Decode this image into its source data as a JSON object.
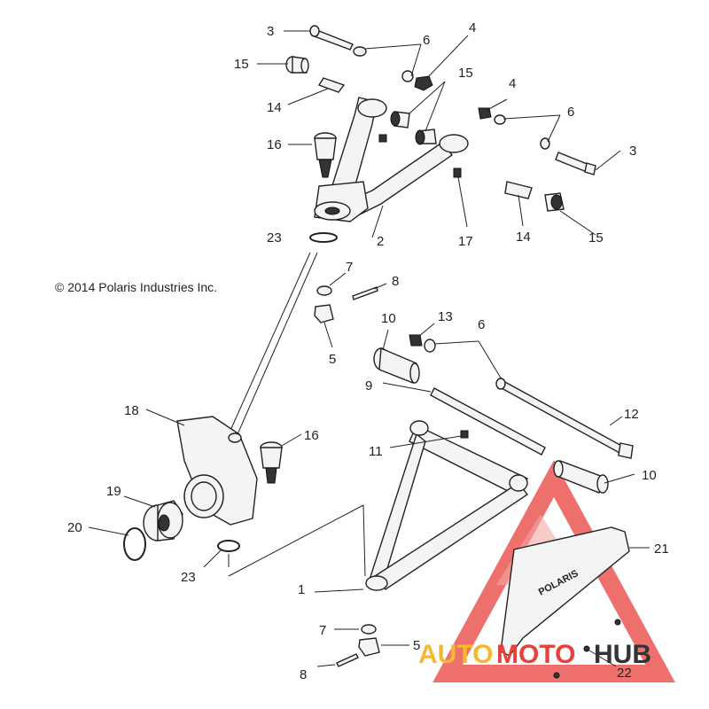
{
  "copyright": "© 2014 Polaris Industries Inc.",
  "watermark": {
    "part1": "AUTO",
    "part2": "MOTO",
    "part3": "HUB",
    "color_orange": "#f5b830",
    "color_red": "#e8413c",
    "color_dark": "#333333"
  },
  "decal_text": "POLARIS",
  "labels": [
    "3",
    "6",
    "4",
    "15",
    "15",
    "4",
    "6",
    "14",
    "16",
    "3",
    "23",
    "2",
    "17",
    "14",
    "15",
    "7",
    "8",
    "10",
    "13",
    "6",
    "5",
    "9",
    "12",
    "18",
    "16",
    "11",
    "10",
    "19",
    "20",
    "21",
    "23",
    "1",
    "7",
    "5",
    "8",
    "22"
  ]
}
